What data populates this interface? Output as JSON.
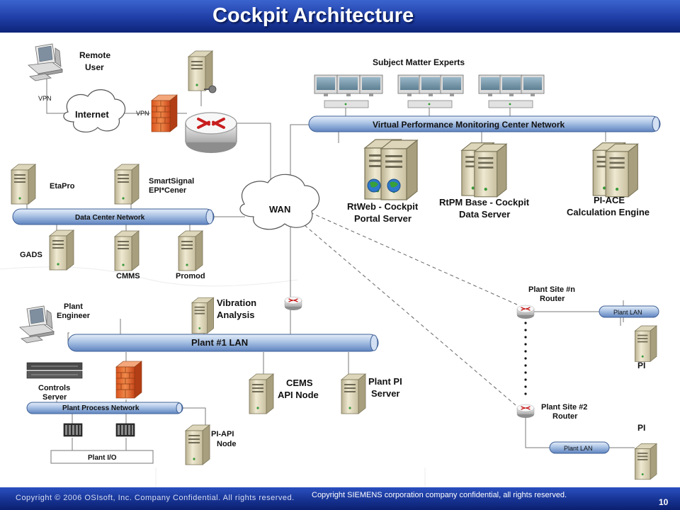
{
  "title": "Cockpit Architecture",
  "footer": {
    "left": "Copyright © 2006 OSIsoft, Inc. Company Confidential. All rights reserved.",
    "right": "Copyright SIEMENS corporation company confidential, all rights reserved.",
    "page": "10"
  },
  "labels": {
    "remote_user": [
      "Remote",
      "User"
    ],
    "vpn1": "VPN",
    "vpn2": "VPN",
    "internet": "Internet",
    "sme": "Subject Matter Experts",
    "vpmc": "Virtual Performance Monitoring Center  Network",
    "etapro": "EtaPro",
    "smartsignal": [
      "SmartSignal",
      "EPI*Cener"
    ],
    "dcn": "Data Center Network",
    "wan": "WAN",
    "gads": "GADS",
    "cmms": "CMMS",
    "promod": "Promod",
    "rtweb": [
      "RtWeb - Cockpit",
      "Portal Server"
    ],
    "rtpm": [
      "RtPM Base - Cockpit",
      "Data Server"
    ],
    "piace": [
      "PI-ACE",
      "Calculation Engine"
    ],
    "plant_engineer": [
      "Plant",
      "Engineer"
    ],
    "vibration": [
      "Vibration",
      "Analysis"
    ],
    "plant_lan": "Plant #1  LAN",
    "controls": [
      "Controls",
      "Server"
    ],
    "ppn": "Plant Process Network",
    "cems": [
      "CEMS",
      "API Node"
    ],
    "plantpi": [
      "Plant PI",
      "Server"
    ],
    "piapi": [
      "PI-API",
      "Node"
    ],
    "plant_io": "Plant I/O",
    "site_n": [
      "Plant Site #n",
      "Router"
    ],
    "site_2": [
      "Plant Site #2",
      "Router"
    ],
    "site_lan1": "Plant LAN",
    "site_lan2": "Plant LAN",
    "pi1": "PI",
    "pi2": "PI"
  }
}
